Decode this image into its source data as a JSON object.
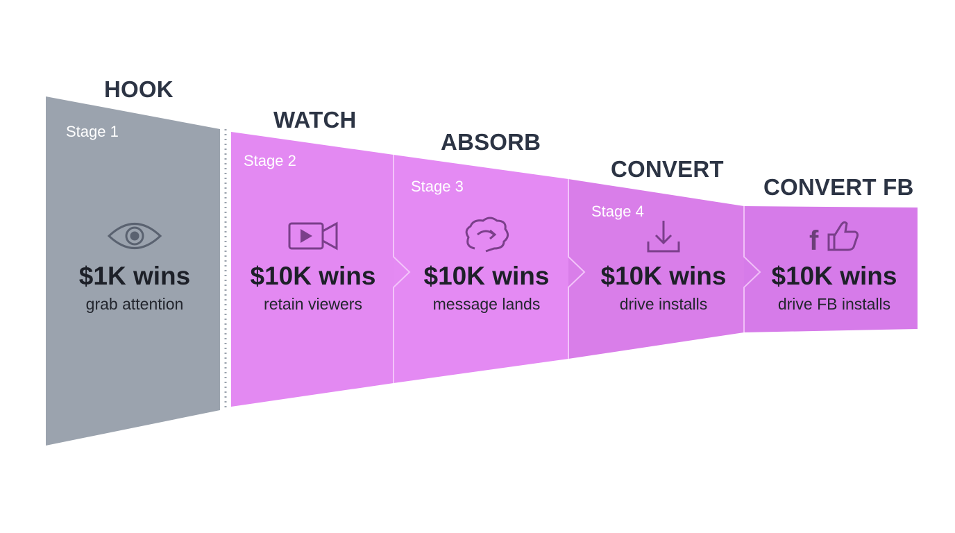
{
  "stages": [
    {
      "title": "HOOK",
      "stage_label": "Stage 1",
      "metric": "$1K wins",
      "description": "grab attention",
      "icon": "eye-icon",
      "color": "#9ba3ae"
    },
    {
      "title": "WATCH",
      "stage_label": "Stage 2",
      "metric": "$10K wins",
      "description": "retain viewers",
      "icon": "video-camera-icon",
      "color": "#e389f2"
    },
    {
      "title": "ABSORB",
      "stage_label": "Stage 3",
      "metric": "$10K wins",
      "description": "message lands",
      "icon": "brain-icon",
      "color": "#e389f2"
    },
    {
      "title": "CONVERT",
      "stage_label": "Stage 4",
      "metric": "$10K wins",
      "description": "drive installs",
      "icon": "download-icon",
      "color": "#d97ee9"
    },
    {
      "title": "CONVERT FB",
      "stage_label": "",
      "metric": "$10K wins",
      "description": "drive FB installs",
      "icon": "facebook-like-icon",
      "color": "#d479e8"
    }
  ],
  "colors": {
    "text_dark": "#1d2028",
    "title": "#2c3444",
    "icon": "#6b3f78",
    "separator": "#9ba3ae"
  }
}
